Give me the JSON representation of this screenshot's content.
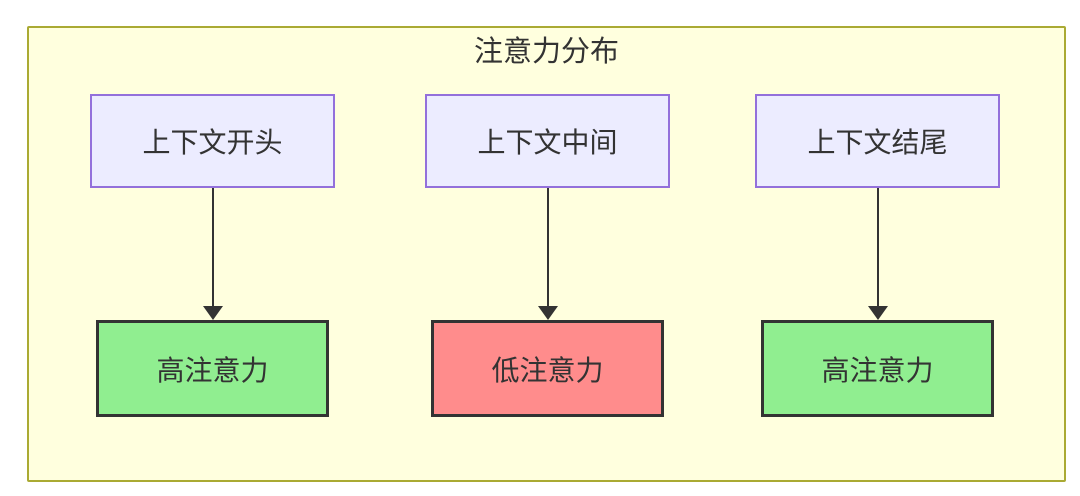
{
  "diagram": {
    "title": "注意力分布",
    "columns": [
      {
        "source": "上下文开头",
        "target": "高注意力",
        "attention": "high"
      },
      {
        "source": "上下文中间",
        "target": "低注意力",
        "attention": "low"
      },
      {
        "source": "上下文结尾",
        "target": "高注意力",
        "attention": "high"
      }
    ],
    "colors": {
      "container_fill": "#ffffde",
      "container_border": "#aaaa33",
      "source_fill": "#ECECFF",
      "source_border": "#9370DB",
      "target_high_fill": "#90EE90",
      "target_low_fill": "#FF8C8C",
      "target_border": "#333333",
      "text": "#333333",
      "arrow": "#333333"
    }
  }
}
